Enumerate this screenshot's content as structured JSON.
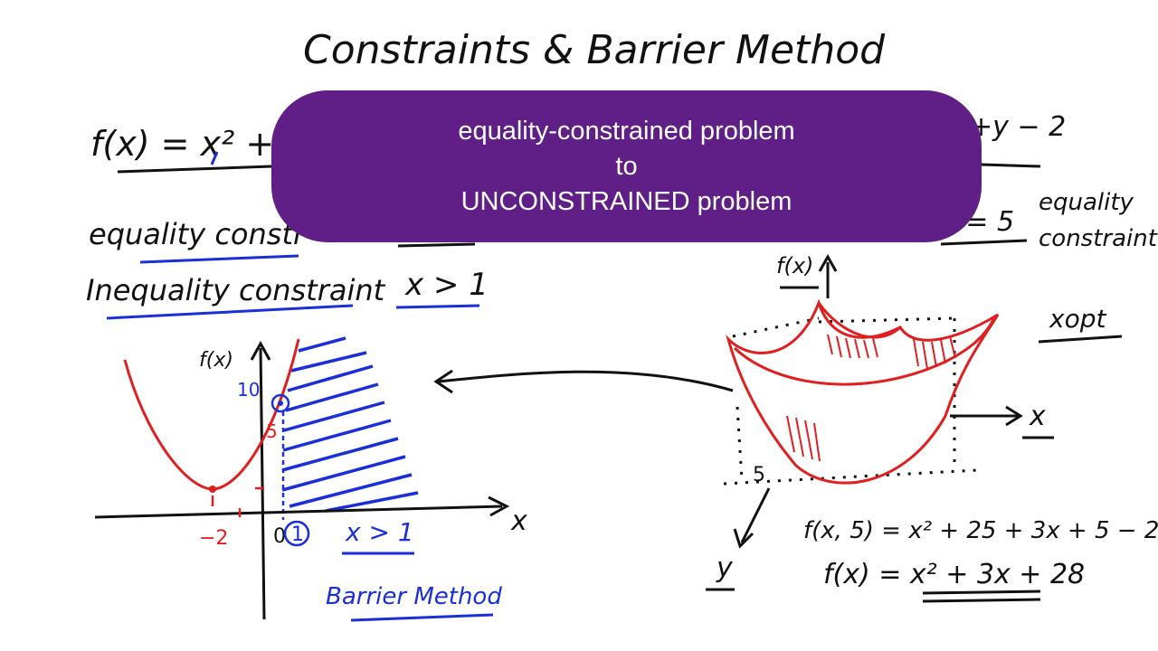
{
  "title": "Constraints & Barrier Method",
  "banner": {
    "line1": "equality-constrained problem",
    "line2": "to",
    "line3": "UNCONSTRAINED problem",
    "color": "#5f1f86"
  },
  "left_notes": {
    "fx_start": "f(x) = x² + (",
    "fx_end": "+y − 2",
    "equality_label": "equality constr",
    "y_eq": "y = 5",
    "equality_side_1": "equality",
    "equality_side_2": "constraint",
    "inequality_label": "Inequality constraint",
    "inequality_expr": "x > 1"
  },
  "left_graph": {
    "ylabel": "f(x)",
    "xlabel": "x",
    "tick_10": "10",
    "tick_5": "5",
    "tick_neg2": "−2",
    "tick_0": "0",
    "tick_1": "1",
    "region_label": "x > 1",
    "method_label": "Barrier Method"
  },
  "right_graph": {
    "zlabel": "f(x)",
    "xlabel": "x",
    "ylabel": "y",
    "tick_5": "5",
    "x_opt": "xopt",
    "eq1": "f(x, 5) = x² + 25 + 3x + 5 − 2",
    "eq2": "f(x) = x² + 3x + 28"
  },
  "colors": {
    "red": "#e02020",
    "blue": "#1a2fd6",
    "ink": "#111111"
  }
}
